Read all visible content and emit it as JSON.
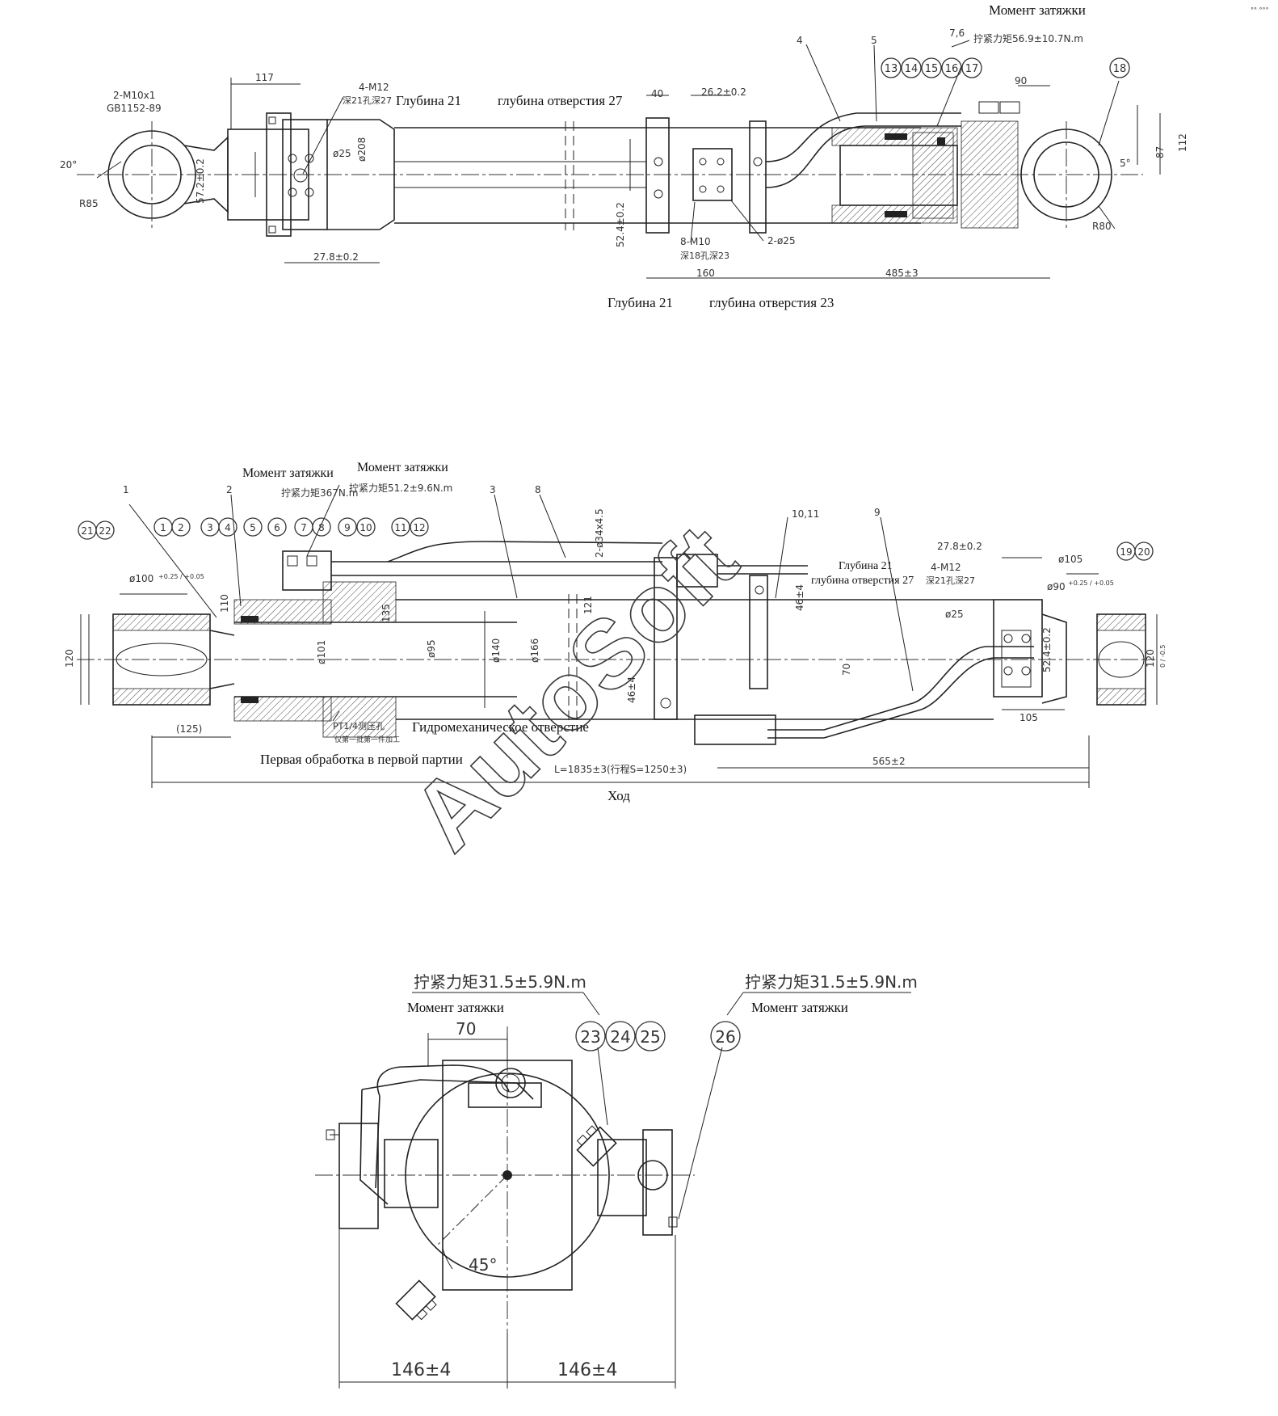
{
  "watermark": "AutoSoft",
  "top_view": {
    "torque_note": "Момент затяжки",
    "torque_value": "拧紧力矩56.9±10.7N.m",
    "depth_note_left": "Глубина 21",
    "hole_depth_note_left": "глубина отверстия 27",
    "depth_note_bottom": "Глубина 21",
    "hole_depth_note_bottom": "глубина отверстия 23",
    "dims": {
      "thread_2m10": "2-M10x1",
      "std_gb": "GB1152-89",
      "angle_20": "20°",
      "r85": "R85",
      "d117": "117",
      "m12": "4-M12",
      "m12_depth": "深21孔深27",
      "d25": "ø25",
      "d208": "ø208",
      "d57": "57.2±0.2",
      "d278": "27.8±0.2",
      "d40": "40",
      "d262": "26.2±0.2",
      "d524": "52.4±0.2",
      "m10": "8-M10",
      "m10_depth": "深18孔深23",
      "d160": "160",
      "d2phi25": "2-ø25",
      "d485": "485±3",
      "d90": "90",
      "d87": "87",
      "d112": "112",
      "angle_5": "5°",
      "r80": "R80",
      "n4": "4",
      "n5": "5",
      "n76": "7,6"
    },
    "balloons": [
      "13",
      "14",
      "15",
      "16",
      "17",
      "18"
    ]
  },
  "middle_view": {
    "torque_note_1": "Момент затяжки",
    "torque_note_2": "Момент затяжки",
    "torque_value_1": "拧紧力矩367N.m",
    "torque_value_2": "拧紧力矩51.2±9.6N.m",
    "depth_note": "Глубина 21",
    "hole_depth_note": "глубина отверстия 27",
    "port_note": "Гидромеханическое отверстие",
    "port_code": "PT1/4测压孔",
    "first_batch_cn": "仅第一批第一件加工",
    "first_batch": "Первая обработка в первой партии",
    "length_formula": "L=1835±3(行程S=1250±3)",
    "stroke": "Ход",
    "dims": {
      "phi100": "ø100",
      "tol_phi100": "+0.25 / +0.05",
      "d120l": "120",
      "d125": "(125)",
      "d110": "110",
      "d135": "135",
      "phi101": "ø101",
      "phi95": "ø95",
      "phi140": "ø140",
      "phi166": "ø166",
      "pipe": "2-ø34x4.5",
      "d121": "121",
      "d46a": "46±4",
      "d46b": "46±4",
      "d278": "27.8±0.2",
      "m12": "4-M12",
      "m12_depth": "深21孔深27",
      "phi25": "ø25",
      "phi105": "ø105",
      "phi90": "ø90",
      "tol_phi90": "+0.25 / +0.05",
      "d524": "52.4±0.2",
      "d120r": "120",
      "tol_120": "0 / -0.5",
      "d70": "70",
      "d105": "105",
      "d565": "565±2"
    },
    "labels": {
      "n1": "1",
      "n2": "2",
      "n3": "3",
      "n8": "8",
      "n9": "9",
      "n1011": "10,11"
    },
    "balloons": [
      "21",
      "22",
      "1",
      "2",
      "3",
      "4",
      "5",
      "6",
      "7",
      "8",
      "9",
      "10",
      "11",
      "12",
      "19",
      "20"
    ]
  },
  "end_view": {
    "torque_value_left": "拧紧力矩31.5±5.9N.m",
    "torque_value_right": "拧紧力矩31.5±5.9N.m",
    "torque_note_left": "Момент затяжки",
    "torque_note_right": "Момент затяжки",
    "d70": "70",
    "angle_45": "45°",
    "d146_left": "146±4",
    "d146_right": "146±4",
    "balloons": [
      "23",
      "24",
      "25",
      "26"
    ]
  }
}
